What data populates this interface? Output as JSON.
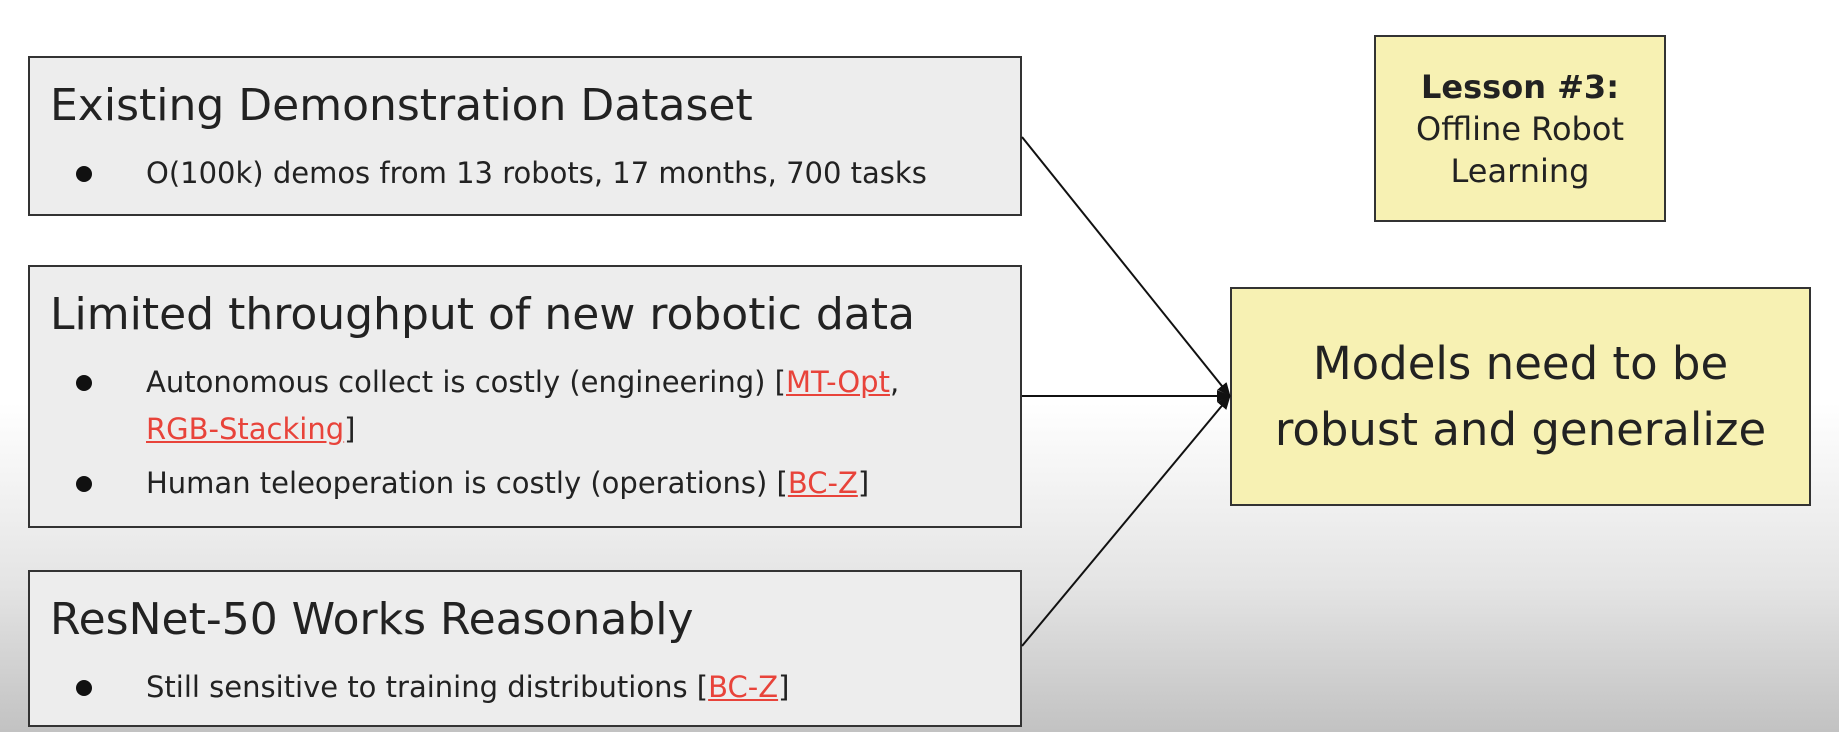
{
  "boxes": [
    {
      "title": "Existing Demonstration Dataset",
      "bullets": [
        {
          "text": "O(100k) demos from 13 robots, 17 months, 700 tasks"
        }
      ]
    },
    {
      "title": "Limited throughput of new robotic data",
      "bullets": [
        {
          "prefix": "Autonomous collect is costly (engineering) [",
          "link1": "MT-Opt",
          "sep": ",",
          "link2": "RGB-Stacking",
          "suffix": "]"
        },
        {
          "prefix": "Human teleoperation is costly (operations) [",
          "link1": "BC-Z",
          "suffix": "]"
        }
      ]
    },
    {
      "title": "ResNet-50 Works Reasonably",
      "bullets": [
        {
          "prefix": "Still sensitive to training distributions [",
          "link1": "BC-Z",
          "suffix": "]"
        }
      ]
    }
  ],
  "lesson": {
    "heading": "Lesson #3:",
    "line1": "Offline Robot",
    "line2": "Learning"
  },
  "conclusion": {
    "line1": "Models need to be",
    "line2": "robust and generalize"
  },
  "colors": {
    "link": "#e8433a",
    "yellow_fill": "#f7f1b3",
    "gray_fill": "#ededed",
    "border": "#333333"
  }
}
